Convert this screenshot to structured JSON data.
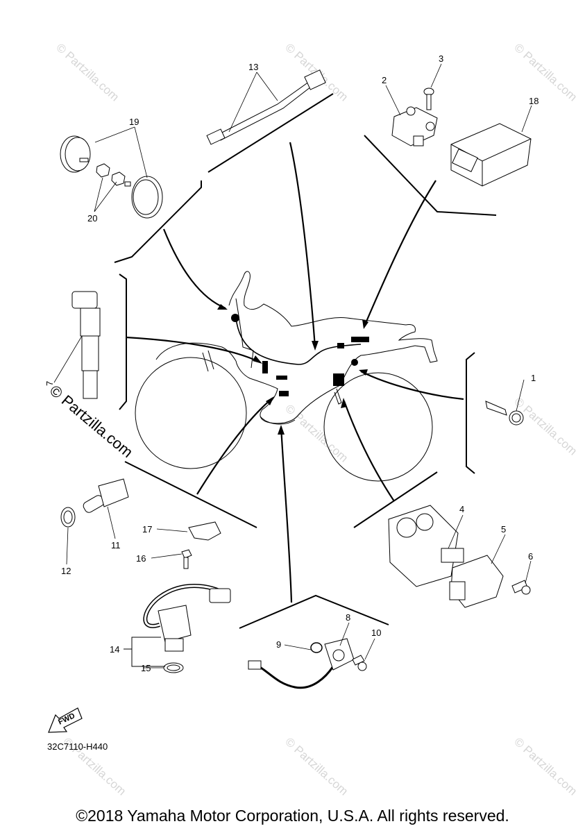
{
  "callouts": {
    "c1": "1",
    "c2": "2",
    "c3": "3",
    "c4": "4",
    "c5": "5",
    "c6": "6",
    "c7": "7",
    "c8": "8",
    "c9": "9",
    "c10": "10",
    "c11": "11",
    "c12": "12",
    "c13": "13",
    "c14": "14",
    "c15": "15",
    "c16": "16",
    "c17": "17",
    "c18": "18",
    "c19": "19",
    "c20": "20"
  },
  "watermark": "© Partzilla.com",
  "watermark_small": "© Partzilla.com",
  "fwd_label": "FWD",
  "part_code": "32C7110-H440",
  "copyright": "©2018 Yamaha Motor Corporation, U.S.A. All rights reserved."
}
